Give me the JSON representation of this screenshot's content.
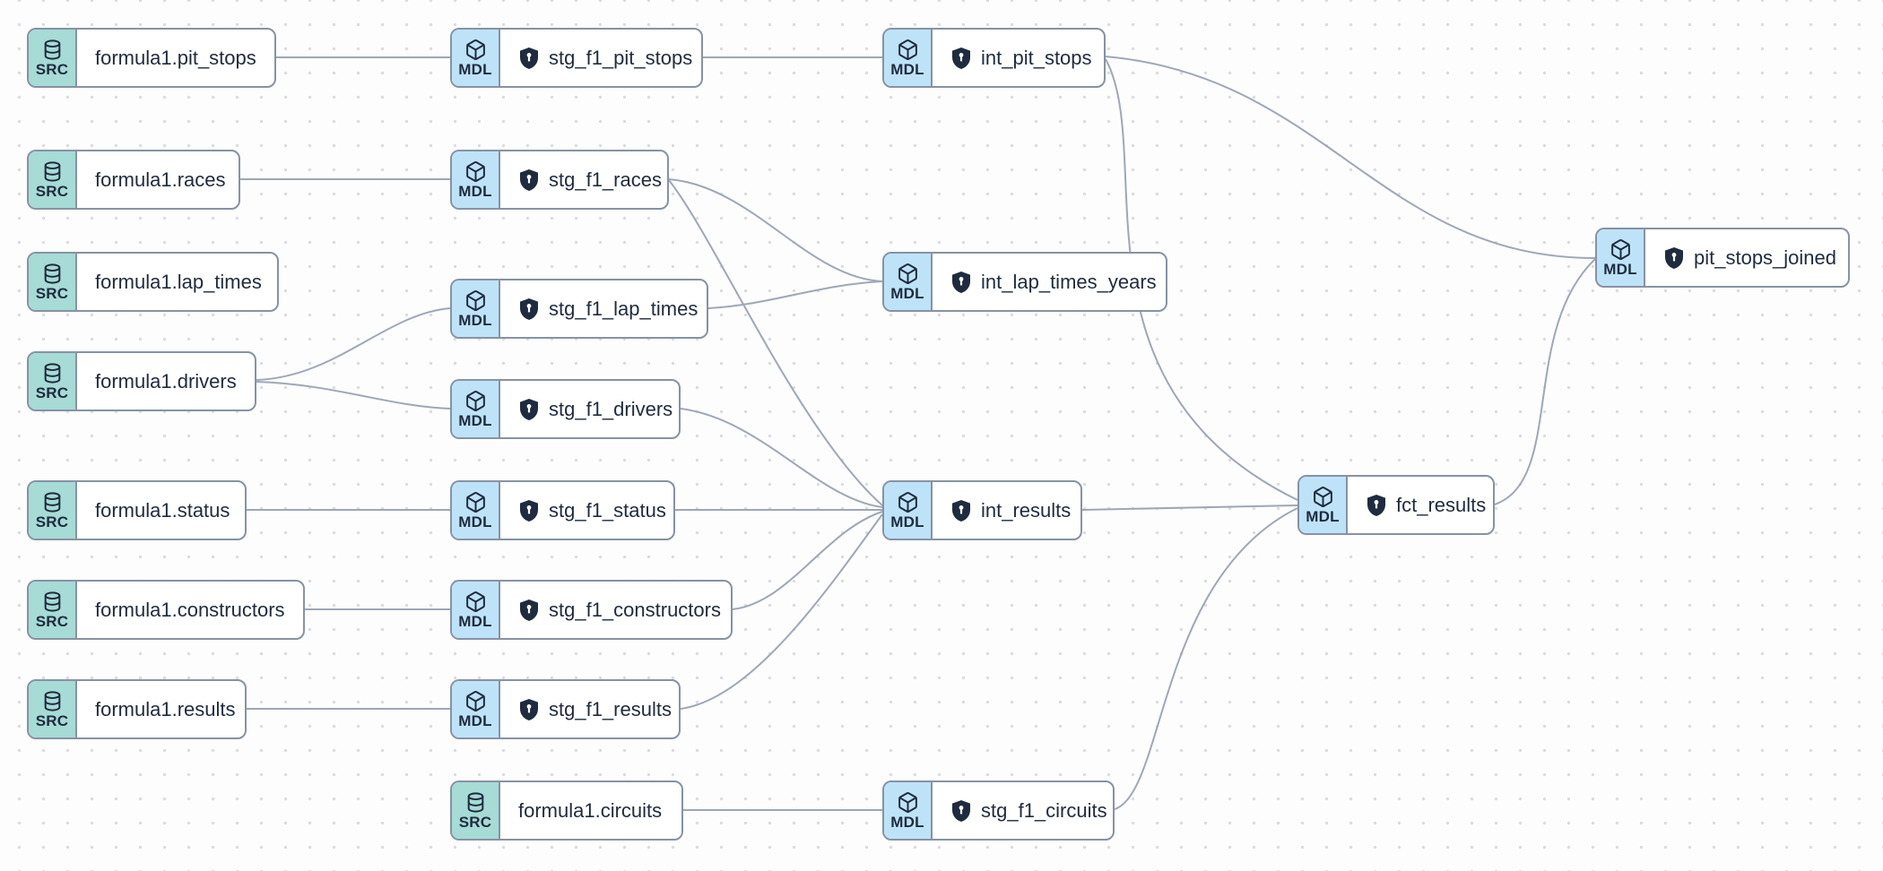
{
  "diagram": {
    "type": "lineage-dag",
    "badge_labels": {
      "source": "SRC",
      "model": "MDL"
    },
    "colors": {
      "source_badge": "#a6dbd6",
      "model_badge": "#bee3f9",
      "node_border": "#8792a3",
      "edge": "#9ea7b6",
      "text": "#1f2b3e",
      "canvas_dot": "#d9dbe0",
      "canvas_background": "#fdfdfe"
    }
  },
  "nodes": [
    {
      "id": "formula1.pit_stops",
      "badge": "SRC",
      "label": "formula1.pit_stops",
      "kind": "source",
      "shield": false
    },
    {
      "id": "stg_f1_pit_stops",
      "badge": "MDL",
      "label": "stg_f1_pit_stops",
      "kind": "model",
      "shield": true
    },
    {
      "id": "int_pit_stops",
      "badge": "MDL",
      "label": "int_pit_stops",
      "kind": "model",
      "shield": true
    },
    {
      "id": "pit_stops_joined",
      "badge": "MDL",
      "label": "pit_stops_joined",
      "kind": "model",
      "shield": true
    },
    {
      "id": "formula1.races",
      "badge": "SRC",
      "label": "formula1.races",
      "kind": "source",
      "shield": false
    },
    {
      "id": "stg_f1_races",
      "badge": "MDL",
      "label": "stg_f1_races",
      "kind": "model",
      "shield": true
    },
    {
      "id": "formula1.lap_times",
      "badge": "SRC",
      "label": "formula1.lap_times",
      "kind": "source",
      "shield": false
    },
    {
      "id": "stg_f1_lap_times",
      "badge": "MDL",
      "label": "stg_f1_lap_times",
      "kind": "model",
      "shield": true
    },
    {
      "id": "int_lap_times_years",
      "badge": "MDL",
      "label": "int_lap_times_years",
      "kind": "model",
      "shield": true
    },
    {
      "id": "formula1.drivers",
      "badge": "SRC",
      "label": "formula1.drivers",
      "kind": "source",
      "shield": false
    },
    {
      "id": "stg_f1_drivers",
      "badge": "MDL",
      "label": "stg_f1_drivers",
      "kind": "model",
      "shield": true
    },
    {
      "id": "formula1.status",
      "badge": "SRC",
      "label": "formula1.status",
      "kind": "source",
      "shield": false
    },
    {
      "id": "stg_f1_status",
      "badge": "MDL",
      "label": "stg_f1_status",
      "kind": "model",
      "shield": true
    },
    {
      "id": "int_results",
      "badge": "MDL",
      "label": "int_results",
      "kind": "model",
      "shield": true
    },
    {
      "id": "fct_results",
      "badge": "MDL",
      "label": "fct_results",
      "kind": "model",
      "shield": true
    },
    {
      "id": "formula1.constructors",
      "badge": "SRC",
      "label": "formula1.constructors",
      "kind": "source",
      "shield": false
    },
    {
      "id": "stg_f1_constructors",
      "badge": "MDL",
      "label": "stg_f1_constructors",
      "kind": "model",
      "shield": true
    },
    {
      "id": "formula1.results",
      "badge": "SRC",
      "label": "formula1.results",
      "kind": "source",
      "shield": false
    },
    {
      "id": "stg_f1_results",
      "badge": "MDL",
      "label": "stg_f1_results",
      "kind": "model",
      "shield": true
    },
    {
      "id": "formula1.circuits",
      "badge": "SRC",
      "label": "formula1.circuits",
      "kind": "source",
      "shield": false
    },
    {
      "id": "stg_f1_circuits",
      "badge": "MDL",
      "label": "stg_f1_circuits",
      "kind": "model",
      "shield": true
    }
  ],
  "edges": [
    {
      "from": "formula1.pit_stops",
      "to": "stg_f1_pit_stops"
    },
    {
      "from": "stg_f1_pit_stops",
      "to": "int_pit_stops"
    },
    {
      "from": "int_pit_stops",
      "to": "pit_stops_joined"
    },
    {
      "from": "int_pit_stops",
      "to": "fct_results"
    },
    {
      "from": "formula1.races",
      "to": "stg_f1_races"
    },
    {
      "from": "stg_f1_races",
      "to": "int_lap_times_years"
    },
    {
      "from": "stg_f1_races",
      "to": "int_results"
    },
    {
      "from": "stg_f1_lap_times",
      "to": "int_lap_times_years"
    },
    {
      "from": "formula1.drivers",
      "to": "stg_f1_lap_times"
    },
    {
      "from": "formula1.drivers",
      "to": "stg_f1_drivers"
    },
    {
      "from": "stg_f1_drivers",
      "to": "int_results"
    },
    {
      "from": "formula1.status",
      "to": "stg_f1_status"
    },
    {
      "from": "stg_f1_status",
      "to": "int_results"
    },
    {
      "from": "int_results",
      "to": "fct_results"
    },
    {
      "from": "formula1.constructors",
      "to": "stg_f1_constructors"
    },
    {
      "from": "stg_f1_constructors",
      "to": "int_results"
    },
    {
      "from": "formula1.results",
      "to": "stg_f1_results"
    },
    {
      "from": "stg_f1_results",
      "to": "int_results"
    },
    {
      "from": "formula1.circuits",
      "to": "stg_f1_circuits"
    },
    {
      "from": "stg_f1_circuits",
      "to": "fct_results"
    },
    {
      "from": "fct_results",
      "to": "pit_stops_joined"
    }
  ]
}
